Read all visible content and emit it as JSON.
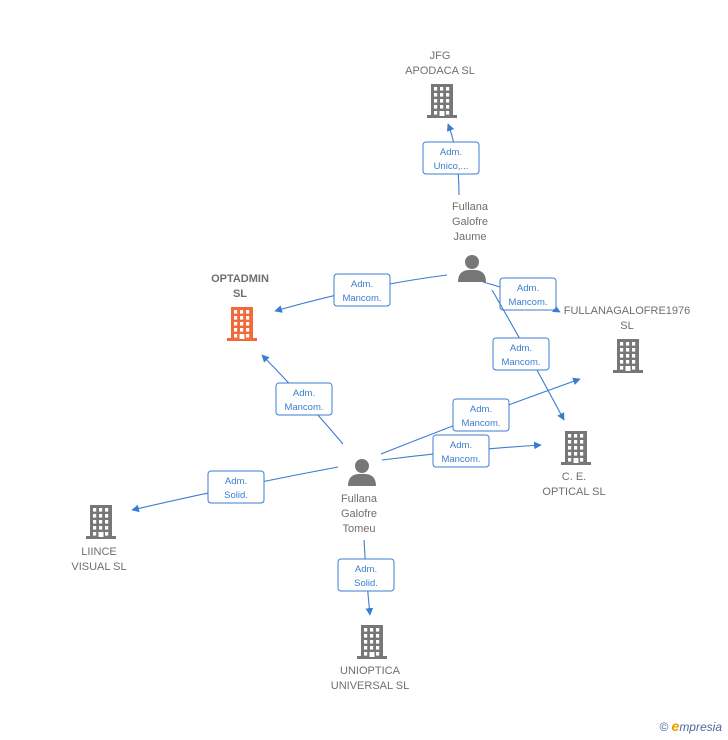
{
  "colors": {
    "edge": "#3a7dd0",
    "building": "#777777",
    "building_highlight": "#f26a3b",
    "person": "#777777",
    "label": "#6f6f6f"
  },
  "nodes": [
    {
      "id": "jfg",
      "type": "company",
      "lines": [
        "JFG",
        "APODACA  SL"
      ]
    },
    {
      "id": "jaume",
      "type": "person",
      "lines": [
        "Fullana",
        "Galofre",
        "Jaume"
      ]
    },
    {
      "id": "optadmin",
      "type": "company",
      "highlight": true,
      "lines": [
        "OPTADMIN",
        "SL"
      ]
    },
    {
      "id": "fullanagalofre",
      "type": "company",
      "lines": [
        "FULLANAGALOFRE1976",
        "SL"
      ]
    },
    {
      "id": "ceoptical",
      "type": "company",
      "lines": [
        "C.  E.",
        "OPTICAL SL"
      ]
    },
    {
      "id": "tomeu",
      "type": "person",
      "lines": [
        "Fullana",
        "Galofre",
        "Tomeu"
      ]
    },
    {
      "id": "liince",
      "type": "company",
      "lines": [
        "LIINCE",
        "VISUAL  SL"
      ]
    },
    {
      "id": "unioptica",
      "type": "company",
      "lines": [
        "UNIOPTICA",
        "UNIVERSAL SL"
      ]
    }
  ],
  "edges": [
    {
      "id": "e1",
      "from": "jaume",
      "to": "jfg",
      "lines": [
        "Adm.",
        "Unico,..."
      ]
    },
    {
      "id": "e2",
      "from": "jaume",
      "to": "optadmin",
      "lines": [
        "Adm.",
        "Mancom."
      ]
    },
    {
      "id": "e3",
      "from": "jaume",
      "to": "fullanagalofre",
      "lines": [
        "Adm.",
        "Mancom."
      ]
    },
    {
      "id": "e4",
      "from": "jaume",
      "to": "ceoptical",
      "lines": [
        "Adm.",
        "Mancom."
      ]
    },
    {
      "id": "e5",
      "from": "tomeu",
      "to": "optadmin",
      "lines": [
        "Adm.",
        "Mancom."
      ]
    },
    {
      "id": "e6",
      "from": "tomeu",
      "to": "fullanagalofre",
      "lines": [
        "Adm.",
        "Mancom."
      ]
    },
    {
      "id": "e7",
      "from": "tomeu",
      "to": "ceoptical",
      "lines": [
        "Adm.",
        "Mancom."
      ]
    },
    {
      "id": "e8",
      "from": "tomeu",
      "to": "liince",
      "lines": [
        "Adm.",
        "Solid."
      ]
    },
    {
      "id": "e9",
      "from": "tomeu",
      "to": "unioptica",
      "lines": [
        "Adm.",
        "Solid."
      ]
    }
  ],
  "credit": {
    "symbol": "©",
    "brand_initial": "e",
    "brand_rest": "mpresia"
  }
}
